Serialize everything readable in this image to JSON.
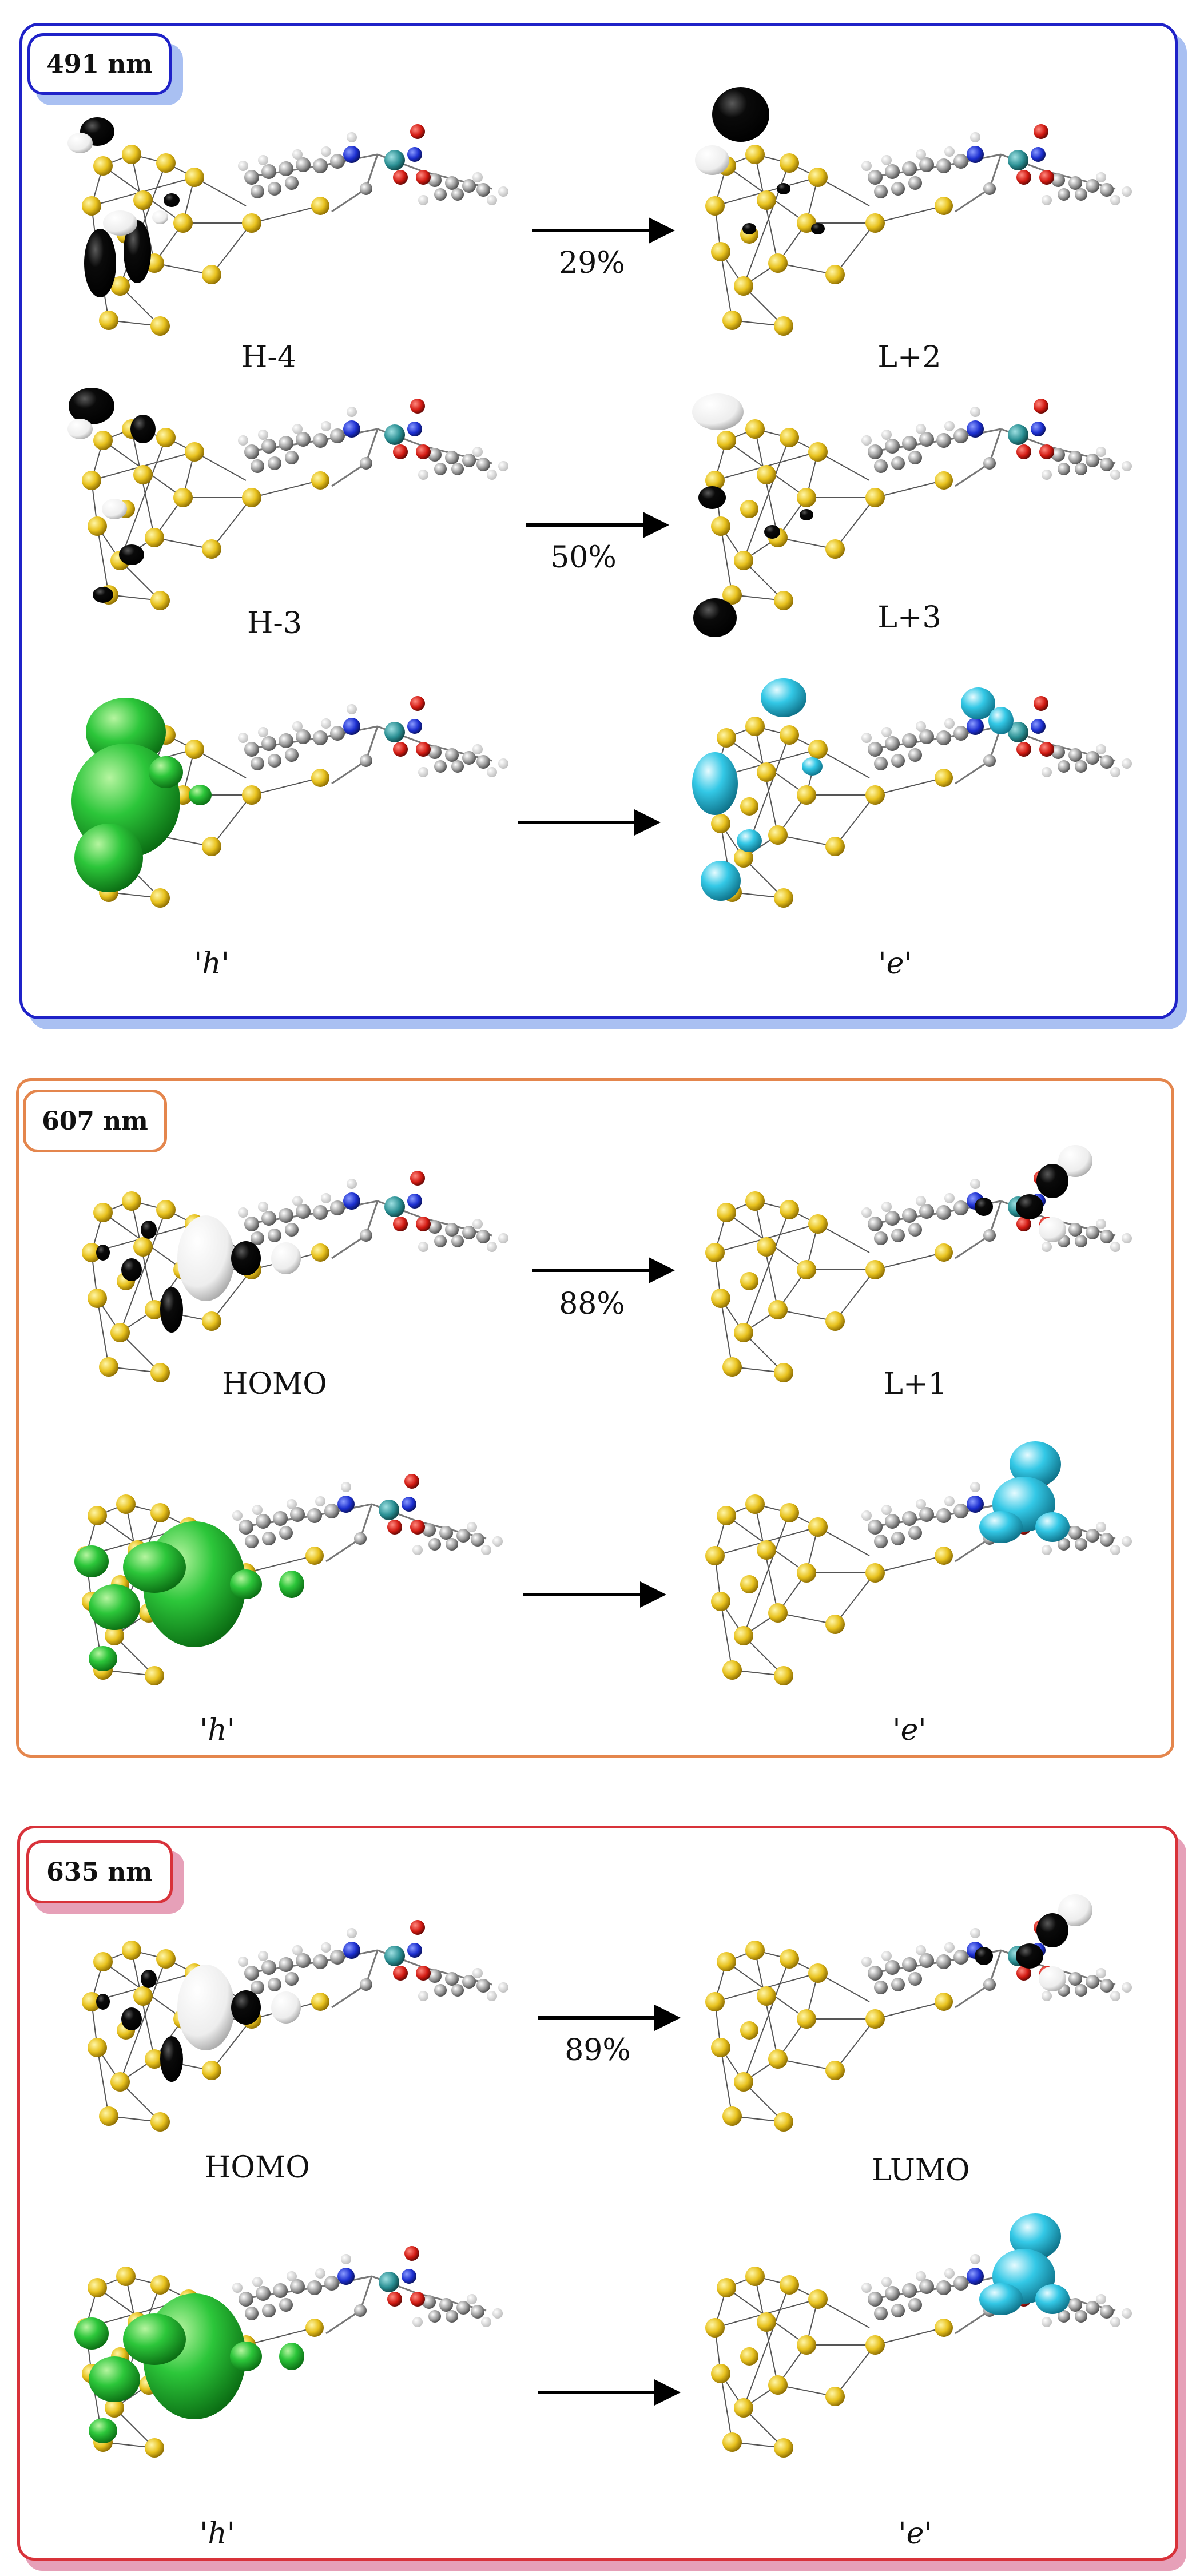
{
  "panels": [
    {
      "wavelength": "491 nm",
      "border_color": "#1f22c8",
      "shadow_color": "#a9c0f2",
      "rows": [
        {
          "left_label": "H-4",
          "right_label": "L+2",
          "percent": "29%",
          "type": "mo"
        },
        {
          "left_label": "H-3",
          "right_label": "L+3",
          "percent": "50%",
          "type": "mo"
        },
        {
          "left_label": "'h'",
          "right_label": "'e'",
          "percent": "",
          "type": "density"
        }
      ]
    },
    {
      "wavelength": "607 nm",
      "border_color": "#e4864d",
      "shadow_color": "",
      "rows": [
        {
          "left_label": "HOMO",
          "right_label": "L+1",
          "percent": "88%",
          "type": "mo"
        },
        {
          "left_label": "'h'",
          "right_label": "'e'",
          "percent": "",
          "type": "density"
        }
      ]
    },
    {
      "wavelength": "635 nm",
      "border_color": "#d8323a",
      "shadow_color": "#e6a0b8",
      "rows": [
        {
          "left_label": "HOMO",
          "right_label": "LUMO",
          "percent": "89%",
          "type": "mo"
        },
        {
          "left_label": "'h'",
          "right_label": "'e'",
          "percent": "",
          "type": "density"
        }
      ]
    }
  ],
  "colors": {
    "gold_atom": "#e8c21e",
    "carbon_atom": "#9a9a9a",
    "hydrogen_atom": "#e9e9e9",
    "nitrogen_atom": "#1c2fd0",
    "oxygen_atom": "#d21a12",
    "metal_atom": "#2a8f93",
    "hole_density": "#2cc63a",
    "electron_density": "#33c8e6",
    "orbital_negative": "#0a0a0a",
    "orbital_positive": "#f2f2f2"
  }
}
